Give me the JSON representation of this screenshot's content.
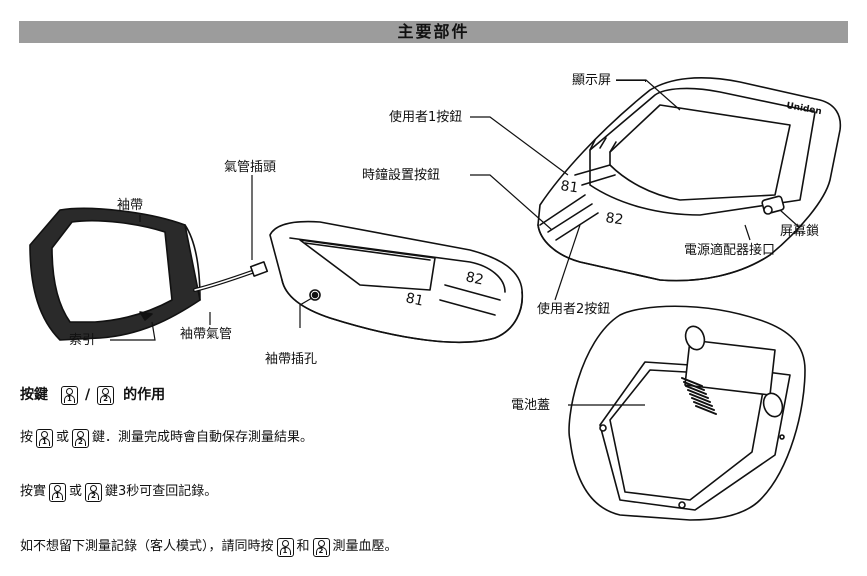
{
  "header": {
    "title": "主要部件"
  },
  "labels": {
    "display": "顯示屏",
    "user1_button": "使用者1按鈕",
    "clock_button": "時鐘設置按鈕",
    "air_plug": "氣管插頭",
    "cuff": "袖帶",
    "index": "索引",
    "cuff_tube": "袖帶氣管",
    "cuff_jack": "袖帶插孔",
    "user2_button": "使用者2按鈕",
    "adapter_port": "電源適配器接口",
    "screen_lock": "屏幕鎖",
    "battery_cover": "電池蓋"
  },
  "device": {
    "brand": "Uniden",
    "key1": "1",
    "key2": "2"
  },
  "keys_section": {
    "heading_prefix": "按鍵",
    "heading_sep": "/",
    "heading_suffix": "的作用",
    "line1_a": "按",
    "line1_b": "或",
    "line1_c": "鍵．測量完成時會自動保存測量結果。",
    "line2_a": "按實",
    "line2_b": "或",
    "line2_c": "鍵3秒可查回記錄。",
    "line3_a": "如不想留下測量記錄（客人模式），請同時按",
    "line3_b": "和",
    "line3_c": "測量血壓。"
  }
}
